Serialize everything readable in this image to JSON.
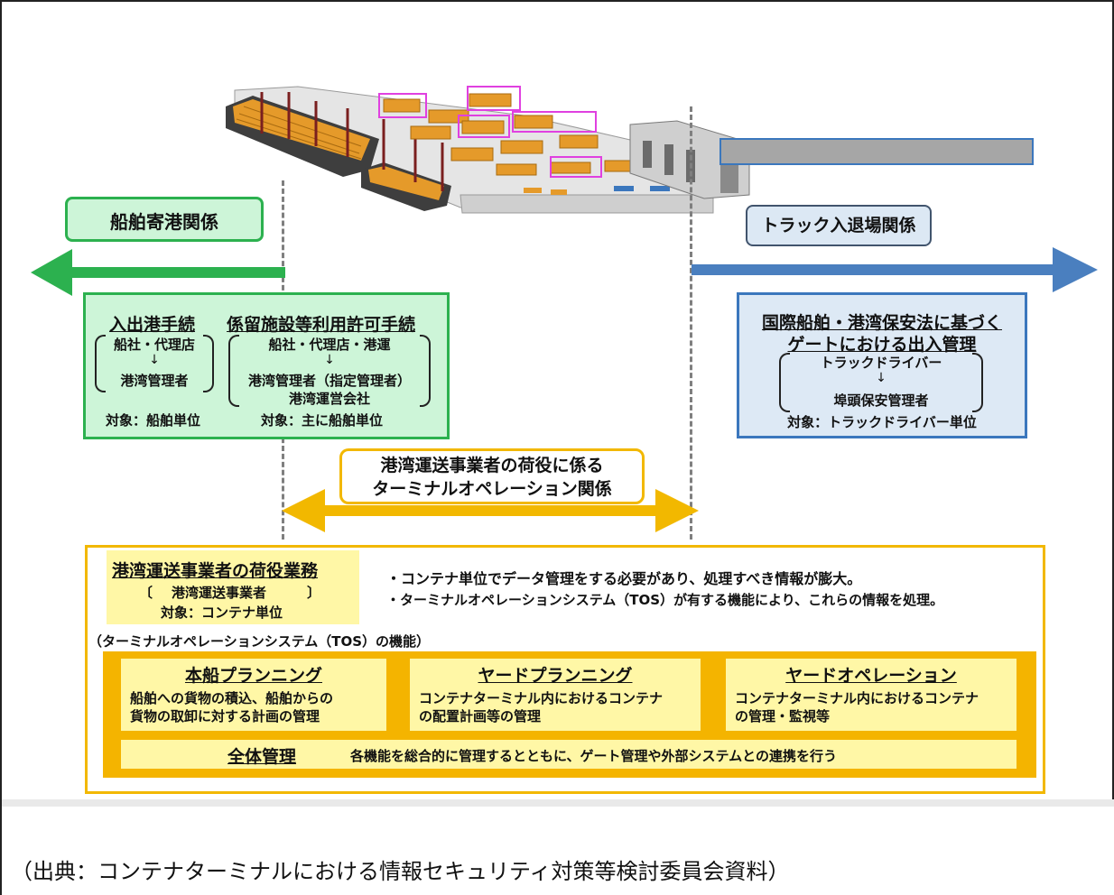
{
  "port_relations": {
    "label": "船舶寄港関係",
    "procedures": [
      {
        "heading": "入出港手続",
        "from": "船社・代理店",
        "arrow": "↓",
        "to": "港湾管理者",
        "target": "対象：船舶単位"
      },
      {
        "heading": "係留施設等利用許可手続",
        "from": "船社・代理店・港運",
        "arrow": "↓",
        "to_line1": "港湾管理者（指定管理者）",
        "to_line2": "港湾運営会社",
        "target": "対象：主に船舶単位"
      }
    ]
  },
  "truck_relations": {
    "label": "トラック入退場関係",
    "heading_line1": "国際船舶・港湾保安法に基づく",
    "heading_line2": "ゲートにおける出入管理",
    "from": "トラックドライバー",
    "arrow": "↓",
    "to": "埠頭保安管理者",
    "target": "対象：トラックドライバー単位"
  },
  "terminal_relations": {
    "label_line1": "港湾運送事業者の荷役に係る",
    "label_line2": "ターミナルオペレーション関係"
  },
  "business": {
    "heading": "港湾運送事業者の荷役業務",
    "bracket_open": "〔",
    "actor": "港湾運送事業者",
    "bracket_close": "〕",
    "target": "対象：コンテナ単位",
    "note_1": "・コンテナ単位でデータ管理をする必要があり、処理すべき情報が膨大。",
    "note_2": "・ターミナルオペレーションシステム（TOS）が有する機能により、これらの情報を処理。"
  },
  "tos": {
    "caption": "（ターミナルオペレーションシステム（TOS）の機能）",
    "functions": [
      {
        "title": "本船プランニング",
        "line1": "船舶への貨物の積込、船舶からの",
        "line2": "貨物の取卸に対する計画の管理"
      },
      {
        "title": "ヤードプランニング",
        "line1": "コンテナターミナル内におけるコンテナ",
        "line2": "の配置計画等の管理"
      },
      {
        "title": "ヤードオペレーション",
        "line1": "コンテナターミナル内におけるコンテナ",
        "line2": "の管理・監視等"
      }
    ],
    "overall_title": "全体管理",
    "overall_desc": "各機能を総合的に管理するとともに、ゲート管理や外部システムとの連携を行う"
  },
  "source_caption": "（出典：コンテナターミナルにおける情報セキュリティ対策等検討委員会資料）",
  "colors": {
    "green": "#2cb14f",
    "green_fill": "#cdf5d8",
    "blue": "#3b77bd",
    "blue_fill": "#dde9f5",
    "orange": "#f2b800",
    "yellow_fill": "#fff7a6"
  }
}
